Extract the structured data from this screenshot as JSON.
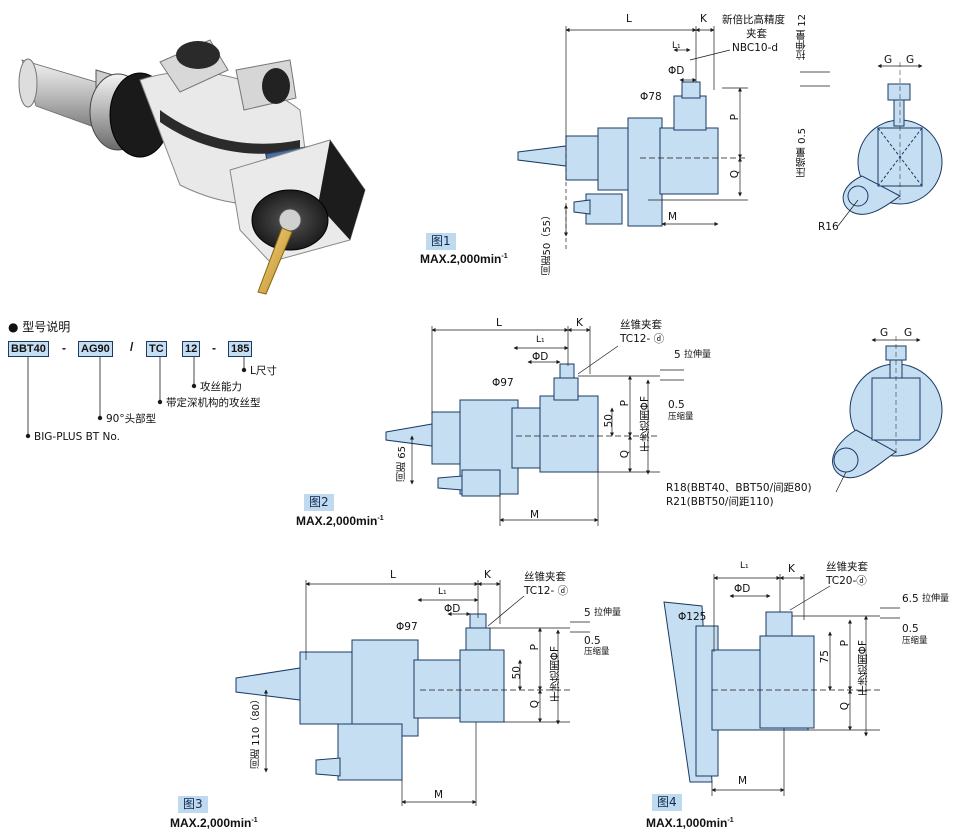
{
  "figures": [
    {
      "tag": "图1",
      "max_label": "MAX.2,000min",
      "max_sup": "-1",
      "labels": {
        "L": "L",
        "K": "K",
        "L1": "L₁",
        "phiD": "ΦD",
        "phi_body": "Φ78",
        "P": "P",
        "Q": "Q",
        "M": "M",
        "G1": "G",
        "G2": "G",
        "R": "R16",
        "collet_1": "新倍比高精度",
        "collet_2": "夹套",
        "collet_3": "NBC10-d",
        "spacing": "间距50（55）",
        "ext": "拉伸量 12",
        "comp": "压缩量 0.5"
      }
    },
    {
      "tag": "图2",
      "max_label": "MAX.2,000min",
      "max_sup": "-1",
      "labels": {
        "L": "L",
        "K": "K",
        "L1": "L₁",
        "phiD": "ΦD",
        "phi_body": "Φ97",
        "P": "P",
        "Q": "Q",
        "M": "M",
        "G1": "G",
        "G2": "G",
        "fifty": "50",
        "collet_1": "丝锥夹套",
        "collet_2": "TC12- ⓓ",
        "spacing": "间距 65",
        "ext_val": "5",
        "ext_txt": "拉伸量",
        "comp_val": "0.5",
        "comp_txt": "压缩量",
        "interf": "干涉范围ΦF",
        "r1": "R18(BBT40、BBT50/间距80)",
        "r2": "R21(BBT50/间距110)"
      }
    },
    {
      "tag": "图3",
      "max_label": "MAX.2,000min",
      "max_sup": "-1",
      "labels": {
        "L": "L",
        "K": "K",
        "L1": "L₁",
        "phiD": "ΦD",
        "phi_body": "Φ97",
        "P": "P",
        "Q": "Q",
        "M": "M",
        "fifty": "50",
        "collet_1": "丝锥夹套",
        "collet_2": "TC12- ⓓ",
        "spacing": "间距 110（80）",
        "ext_val": "5",
        "ext_txt": "拉伸量",
        "comp_val": "0.5",
        "comp_txt": "压缩量",
        "interf": "干涉范围ΦF"
      }
    },
    {
      "tag": "图4",
      "max_label": "MAX.1,000min",
      "max_sup": "-1",
      "labels": {
        "K": "K",
        "L1": "L₁",
        "phiD": "ΦD",
        "phi_body": "Φ125",
        "P": "P",
        "Q": "Q",
        "M": "M",
        "seventy5": "75",
        "collet_1": "丝锥夹套",
        "collet_2": "TC20-ⓓ",
        "ext_val": "6.5",
        "ext_txt": "拉伸量",
        "comp_val": "0.5",
        "comp_txt": "压缩量",
        "interf": "干涉范围ΦF"
      }
    }
  ],
  "model": {
    "heading": "● 型号说明",
    "parts": [
      "BBT40",
      "AG90",
      "TC",
      "12",
      "185"
    ],
    "separators": [
      "-",
      "/",
      "-"
    ],
    "desc": {
      "l_size": "L尺寸",
      "tap_capacity": "攻丝能力",
      "tap_type": "带定深机构的攻丝型",
      "head": "90°头部型",
      "shank": "BIG-PLUS BT No."
    }
  },
  "colors": {
    "body": "#c6def2",
    "line": "#1a3a64",
    "tag": "#bfd9ee"
  }
}
